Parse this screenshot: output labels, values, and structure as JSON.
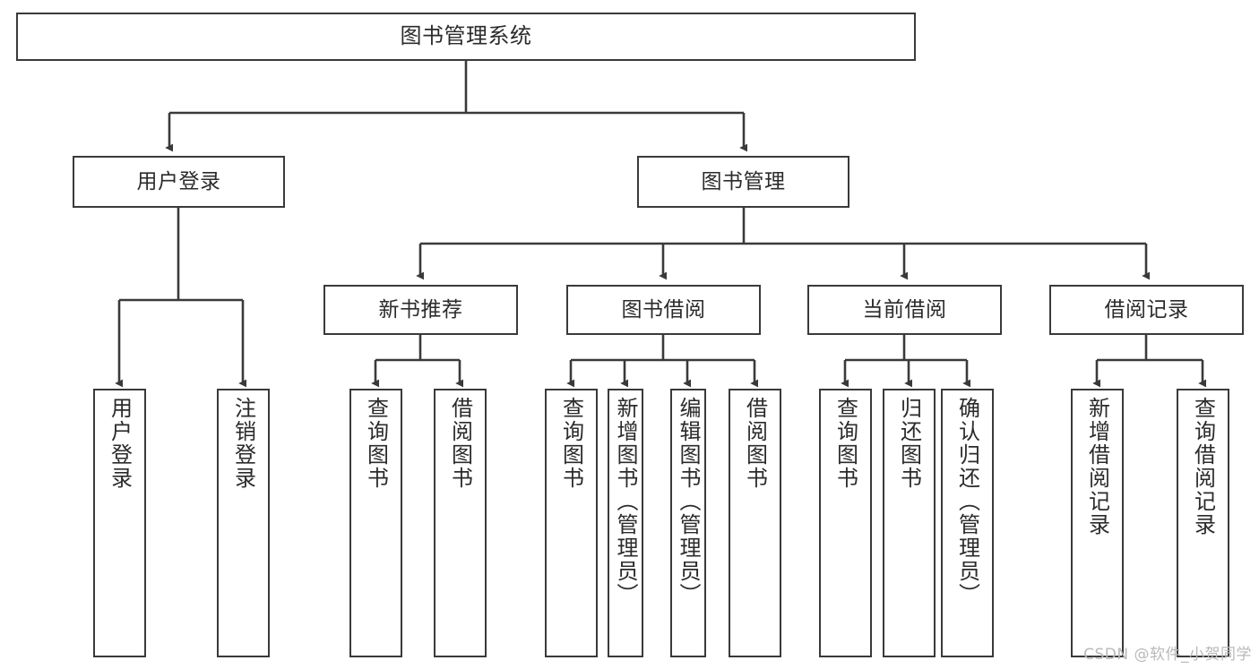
{
  "diagram": {
    "title": "图书管理系统",
    "type": "tree-hierarchy-diagram",
    "stroke_color": "#3a3a3a",
    "text_color": "#2b2b2b",
    "background_color": "#ffffff",
    "watermark": "CSDN @软件_小贺同学",
    "nodes": {
      "root": {
        "label": "图书管理系统"
      },
      "level2": [
        {
          "id": "user-login",
          "label": "用户登录"
        },
        {
          "id": "book-manage",
          "label": "图书管理"
        }
      ],
      "level3": [
        {
          "id": "new-book-recommend",
          "label": "新书推荐"
        },
        {
          "id": "book-borrow",
          "label": "图书借阅"
        },
        {
          "id": "current-borrow",
          "label": "当前借阅"
        },
        {
          "id": "borrow-record",
          "label": "借阅记录"
        }
      ],
      "leaves_user_login": [
        {
          "id": "leaf-user-login",
          "label": "用户登录"
        },
        {
          "id": "leaf-logout-login",
          "label": "注销登录"
        }
      ],
      "leaves_new_book_recommend": [
        {
          "id": "leaf-query-book-1",
          "label": "查询图书"
        },
        {
          "id": "leaf-borrow-book-1",
          "label": "借阅图书"
        }
      ],
      "leaves_book_borrow": [
        {
          "id": "leaf-query-book-2",
          "label": "查询图书"
        },
        {
          "id": "leaf-add-book",
          "label": "新增图书（管理员）"
        },
        {
          "id": "leaf-edit-book",
          "label": "编辑图书（管理员）"
        },
        {
          "id": "leaf-borrow-book-2",
          "label": "借阅图书"
        }
      ],
      "leaves_current_borrow": [
        {
          "id": "leaf-query-book-3",
          "label": "查询图书"
        },
        {
          "id": "leaf-return-book",
          "label": "归还图书"
        },
        {
          "id": "leaf-confirm-return",
          "label": "确认归还（管理员）"
        }
      ],
      "leaves_borrow_record": [
        {
          "id": "leaf-add-borrow-record",
          "label": "新增借阅记录"
        },
        {
          "id": "leaf-query-borrow-record",
          "label": "查询借阅记录"
        }
      ]
    }
  }
}
